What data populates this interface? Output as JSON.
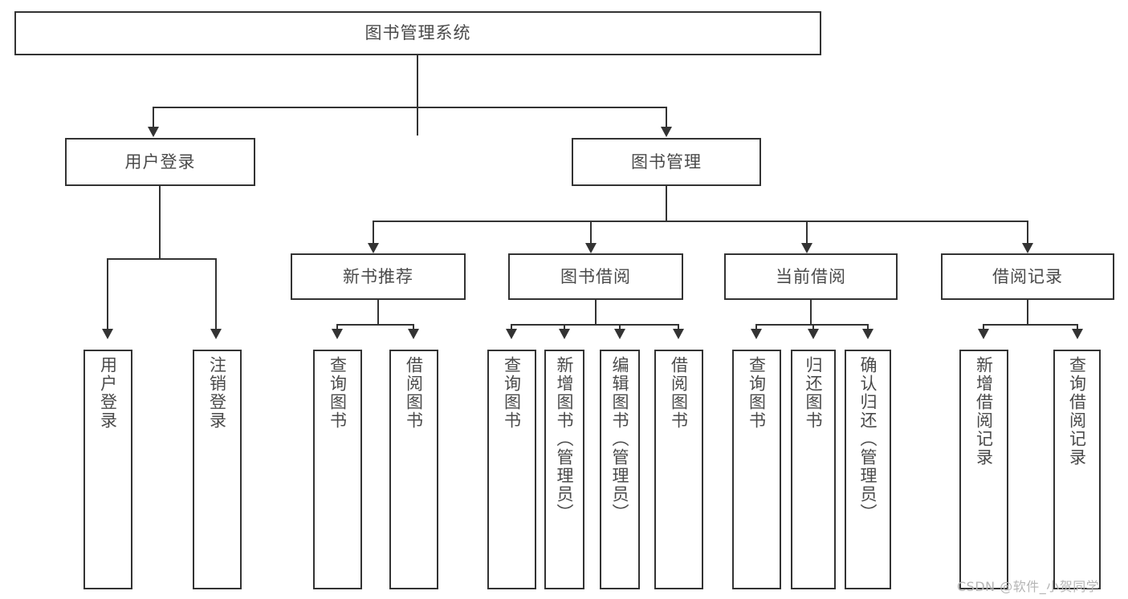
{
  "diagram": {
    "title": "图书管理系统",
    "type": "hierarchy-tree",
    "root": {
      "id": "root",
      "label": "图书管理系统"
    },
    "level2": [
      {
        "id": "user-login",
        "label": "用户登录"
      },
      {
        "id": "book-manage",
        "label": "图书管理"
      }
    ],
    "level3": [
      {
        "id": "new-book-rec",
        "label": "新书推荐"
      },
      {
        "id": "book-borrow",
        "label": "图书借阅"
      },
      {
        "id": "current-borrow",
        "label": "当前借阅"
      },
      {
        "id": "borrow-record",
        "label": "借阅记录"
      }
    ],
    "leaves": {
      "user_login": [
        {
          "id": "leaf-user-login",
          "label": "用户登录"
        },
        {
          "id": "leaf-logout-login",
          "label": "注销登录"
        }
      ],
      "new_book_rec": [
        {
          "id": "leaf-query-book-1",
          "label": "查询图书"
        },
        {
          "id": "leaf-borrow-book-1",
          "label": "借阅图书"
        }
      ],
      "book_borrow": [
        {
          "id": "leaf-query-book-2",
          "label": "查询图书"
        },
        {
          "id": "leaf-add-book",
          "label": "新增图书（管理员）"
        },
        {
          "id": "leaf-edit-book",
          "label": "编辑图书（管理员）"
        },
        {
          "id": "leaf-borrow-book-2",
          "label": "借阅图书"
        }
      ],
      "current_borrow": [
        {
          "id": "leaf-query-book-3",
          "label": "查询图书"
        },
        {
          "id": "leaf-return-book",
          "label": "归还图书"
        },
        {
          "id": "leaf-confirm-return",
          "label": "确认归还（管理员）"
        }
      ],
      "borrow_record": [
        {
          "id": "leaf-add-record",
          "label": "新增借阅记录"
        },
        {
          "id": "leaf-query-record",
          "label": "查询借阅记录"
        }
      ]
    }
  },
  "watermark": {
    "text": "CSDN @软件_小贺同学"
  },
  "colors": {
    "stroke": "#333333",
    "text": "#4a4a4a",
    "background": "#ffffff",
    "watermark": "#b5b5b5"
  }
}
